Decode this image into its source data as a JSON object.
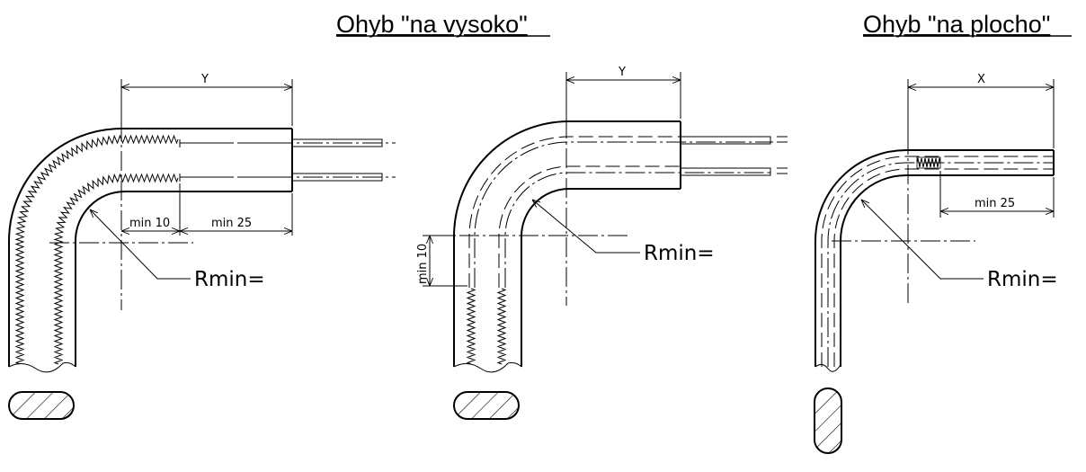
{
  "titles": {
    "edge_bend": "Ohyb \"na vysoko\"",
    "flat_bend": "Ohyb \"na plocho\""
  },
  "dimensions": {
    "y_label": "Y",
    "x_label": "X",
    "min10": "min 10",
    "min25": "min 25",
    "rmin": "Rmin="
  }
}
